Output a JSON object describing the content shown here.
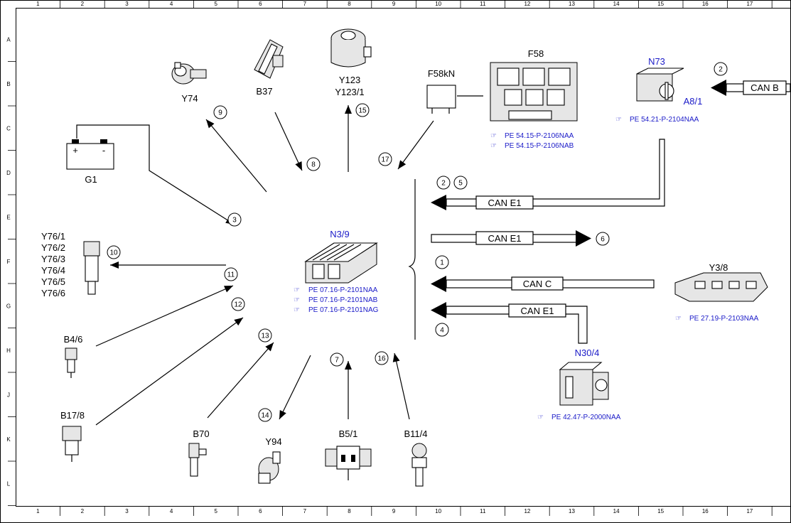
{
  "grid": {
    "columns": [
      "1",
      "2",
      "3",
      "4",
      "5",
      "6",
      "7",
      "8",
      "9",
      "10",
      "11",
      "12",
      "13",
      "14",
      "15",
      "16",
      "17"
    ],
    "rows": [
      "A",
      "B",
      "C",
      "D",
      "E",
      "F",
      "G",
      "H",
      "J",
      "K",
      "L"
    ]
  },
  "components": {
    "g1": "G1",
    "y74": "Y74",
    "b37": "B37",
    "y123": "Y123",
    "y123_1": "Y123/1",
    "f58kn": "F58kN",
    "f58": "F58",
    "n73": "N73",
    "a8_1": "A8/1",
    "n3_9": "N3/9",
    "y76": [
      "Y76/1",
      "Y76/2",
      "Y76/3",
      "Y76/4",
      "Y76/5",
      "Y76/6"
    ],
    "b4_6": "B4/6",
    "b17_8": "B17/8",
    "b70": "B70",
    "y94": "Y94",
    "b5_1": "B5/1",
    "b11_4": "B11/4",
    "n30_4": "N30/4",
    "y3_8": "Y3/8",
    "battery_plus": "+",
    "battery_minus": "-"
  },
  "references": {
    "f58": [
      "PE 54.15-P-2106NAA",
      "PE 54.15-P-2106NAB"
    ],
    "n73": [
      "PE 54.21-P-2104NAA"
    ],
    "n3_9": [
      "PE 07.16-P-2101NAA",
      "PE 07.16-P-2101NAB",
      "PE 07.16-P-2101NAG"
    ],
    "y3_8": [
      "PE 27.19-P-2103NAA"
    ],
    "n30_4": [
      "PE 42.47-P-2000NAA"
    ]
  },
  "buses": {
    "can_b": "CAN B",
    "can_e1_in": "CAN E1",
    "can_e1_out": "CAN E1",
    "can_c": "CAN C",
    "can_e1_abs": "CAN E1"
  },
  "circles": {
    "c1": "1",
    "c2a": "2",
    "c2b": "2",
    "c3": "3",
    "c4": "4",
    "c5": "5",
    "c6": "6",
    "c7": "7",
    "c8": "8",
    "c9": "9",
    "c10": "10",
    "c11": "11",
    "c12": "12",
    "c13": "13",
    "c14": "14",
    "c15": "15",
    "c16": "16",
    "c17": "17"
  },
  "colors": {
    "line": "#000000",
    "reference_text": "#1a1ac8",
    "component_fill": "#e6e6e6"
  }
}
